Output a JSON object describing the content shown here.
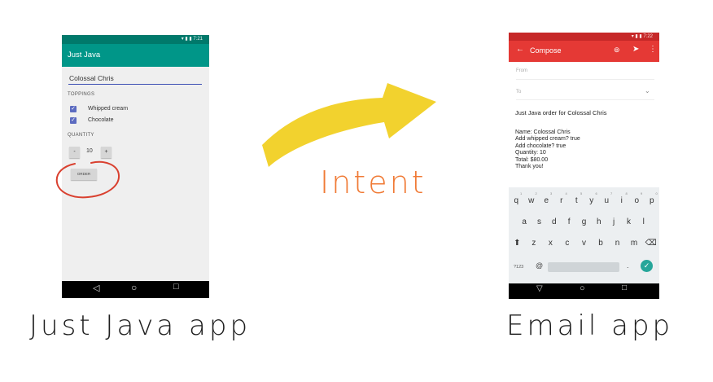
{
  "just_java_app": {
    "status_time": "7:21",
    "title": "Just Java",
    "name_value": "Colossal Chris",
    "toppings_label": "TOPPINGS",
    "topping1": "Whipped cream",
    "topping2": "Chocolate",
    "quantity_label": "QUANTITY",
    "minus": "-",
    "quantity_value": "10",
    "plus": "+",
    "order_button": "ORDER"
  },
  "email_app": {
    "status_time": "7:22",
    "title": "Compose",
    "from_label": "From",
    "to_label": "To",
    "subject": "Just Java order for Colossal Chris",
    "body_lines": [
      "Name: Colossal Chris",
      "Add whipped cream? true",
      "Add chocolate? true",
      "Quantity: 10",
      "Total: $80.00",
      "Thank you!"
    ],
    "keyboard": {
      "row1": [
        "q",
        "w",
        "e",
        "r",
        "t",
        "y",
        "u",
        "i",
        "o",
        "p"
      ],
      "row1_numbers": [
        "1",
        "2",
        "3",
        "4",
        "5",
        "6",
        "7",
        "8",
        "9",
        "0"
      ],
      "row2": [
        "a",
        "s",
        "d",
        "f",
        "g",
        "h",
        "j",
        "k",
        "l"
      ],
      "row3": [
        "z",
        "x",
        "c",
        "v",
        "b",
        "n",
        "m"
      ],
      "num_switch": "?123",
      "at": "@",
      "period": "."
    }
  },
  "labels": {
    "left_caption": "Just Java app",
    "right_caption": "Email app",
    "arrow_label": "Intent"
  },
  "colors": {
    "just_java_bar": "#009688",
    "email_bar": "#e53935",
    "arrow": "#f2d22e",
    "intent_text": "#f07a35",
    "circle": "#d9402f"
  }
}
